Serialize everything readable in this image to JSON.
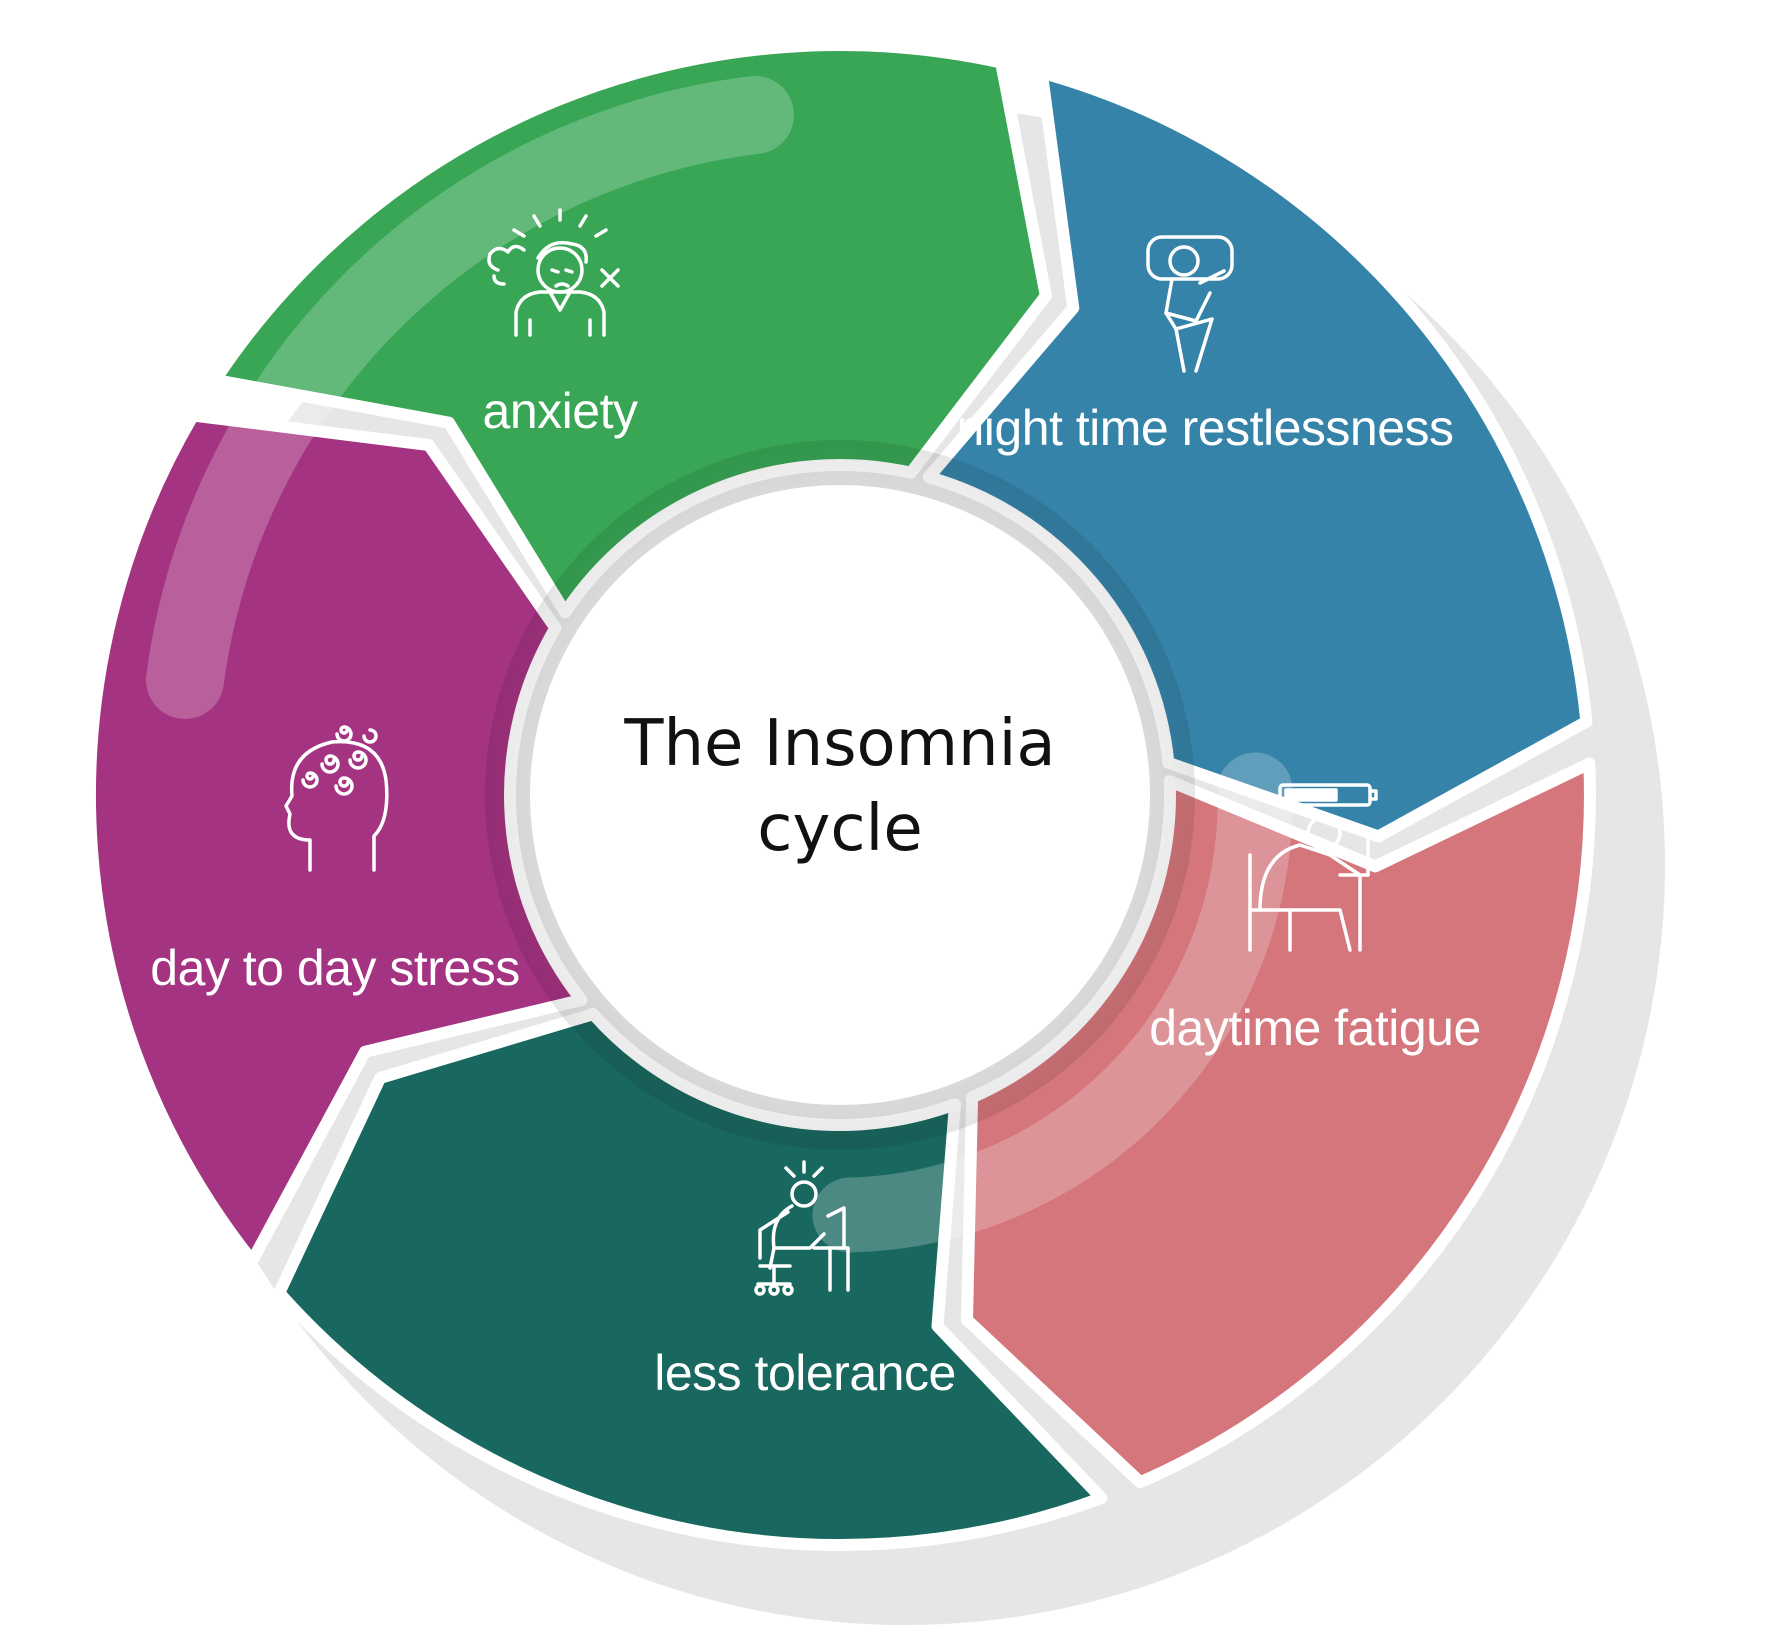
{
  "title_lines": [
    "The Insomnia",
    "cycle"
  ],
  "segments": [
    {
      "id": "anxiety",
      "label": "anxiety",
      "icon": "stressed-person-icon",
      "color": "#38a655"
    },
    {
      "id": "night",
      "label": "night time restlessness",
      "icon": "sleeping-person-icon",
      "color": "#3583a8"
    },
    {
      "id": "fatigue",
      "label": "daytime fatigue",
      "icon": "tired-worker-icon",
      "color": "#d4767b"
    },
    {
      "id": "tolerance",
      "label": "less tolerance",
      "icon": "frustrated-worker-icon",
      "color": "#19685f"
    },
    {
      "id": "stress",
      "label": "day to day stress",
      "icon": "dizzy-head-icon",
      "color": "#a43381"
    }
  ]
}
